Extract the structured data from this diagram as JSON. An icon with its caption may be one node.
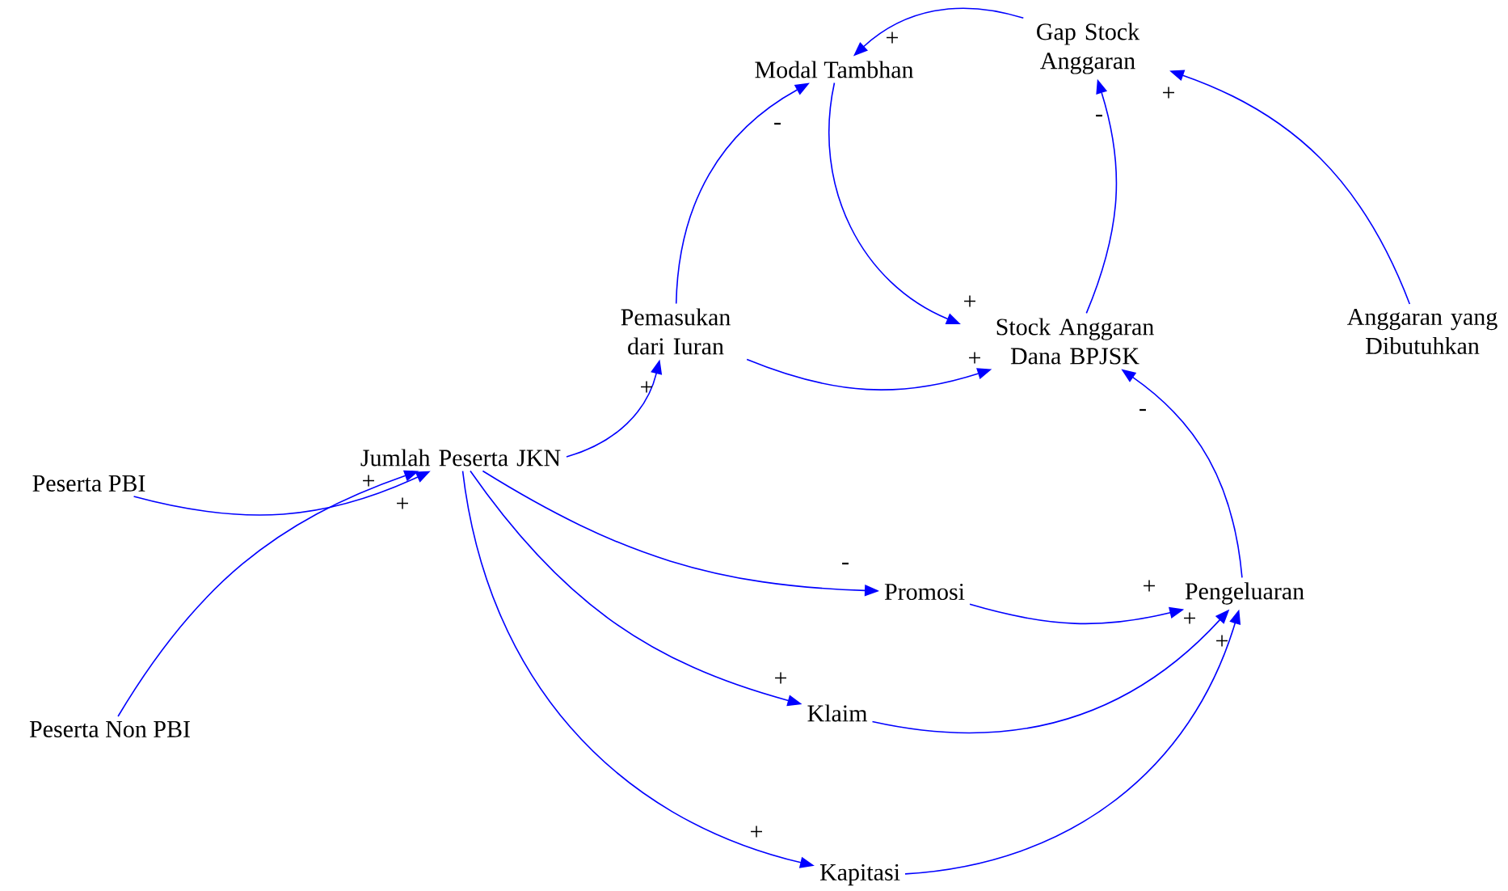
{
  "diagram": {
    "nodes": [
      {
        "text": [
          "Gap Stock Anggaran"
        ]
      },
      {
        "text": [
          "Modal Tambhan"
        ]
      },
      {
        "text": [
          "Pemasukan dari Iuran"
        ]
      },
      {
        "text": [
          "Stock Anggaran Dana BPJSK"
        ]
      },
      {
        "text": [
          "Anggaran yang Dibutuhkan"
        ]
      },
      {
        "text": [
          "Jumlah Peserta JKN"
        ]
      },
      {
        "text": [
          "Peserta PBI"
        ]
      },
      {
        "text": [
          "Peserta Non PBI"
        ]
      },
      {
        "text": [
          "Promosi"
        ]
      },
      {
        "text": [
          "Pengeluaran"
        ]
      },
      {
        "text": [
          "Klaim"
        ]
      },
      {
        "text": [
          "Kapitasi"
        ]
      }
    ],
    "edges": [
      {
        "from": 0,
        "to": 1,
        "arrow": "to",
        "label": "+"
      },
      {
        "from": 1,
        "to": 3,
        "arrow": "to",
        "label": "+"
      },
      {
        "from": 2,
        "to": 1,
        "arrow": "to",
        "label": "-"
      },
      {
        "from": 2,
        "to": 3,
        "arrow": "to",
        "label": "+"
      },
      {
        "from": 3,
        "to": 0,
        "arrow": "to",
        "label": "-"
      },
      {
        "from": 4,
        "to": 0,
        "arrow": "to",
        "label": "+"
      },
      {
        "from": 9,
        "to": 3,
        "arrow": "to",
        "label": "-"
      },
      {
        "from": 5,
        "to": 2,
        "arrow": "to",
        "label": "+"
      },
      {
        "from": 6,
        "to": 5,
        "arrow": "to",
        "label": "+"
      },
      {
        "from": 7,
        "to": 5,
        "arrow": "to",
        "label": "+"
      },
      {
        "from": 5,
        "to": 8,
        "arrow": "to",
        "label": "-"
      },
      {
        "from": 5,
        "to": 10,
        "arrow": "to",
        "label": "+"
      },
      {
        "from": 5,
        "to": 11,
        "arrow": "to",
        "label": "+"
      },
      {
        "from": 8,
        "to": 9,
        "arrow": "to",
        "label": "+"
      },
      {
        "from": 10,
        "to": 9,
        "arrow": "to",
        "label": "+"
      },
      {
        "from": 11,
        "to": 9,
        "arrow": "to",
        "label": "+"
      }
    ]
  }
}
